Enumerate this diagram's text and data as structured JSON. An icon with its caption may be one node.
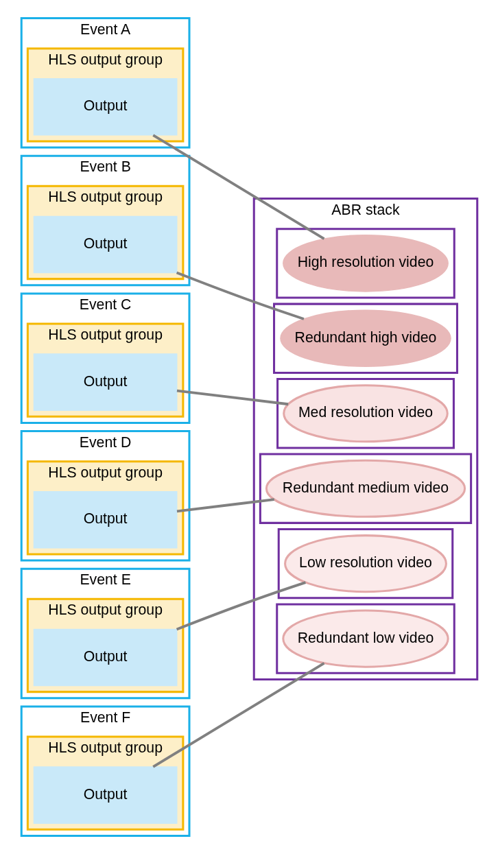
{
  "diagram": {
    "nodes": [
      {
        "text": [
          "Event A"
        ]
      },
      {
        "text": [
          "HLS output group"
        ],
        "in": 0
      },
      {
        "text": [
          "Output"
        ],
        "in": 1
      },
      {
        "text": [
          "Event B"
        ]
      },
      {
        "text": [
          "HLS output group"
        ],
        "in": 3
      },
      {
        "text": [
          "Output"
        ],
        "in": 4
      },
      {
        "text": [
          "Event C"
        ]
      },
      {
        "text": [
          "HLS output group"
        ],
        "in": 6
      },
      {
        "text": [
          "Output"
        ],
        "in": 7
      },
      {
        "text": [
          "Event D"
        ]
      },
      {
        "text": [
          "HLS output group"
        ],
        "in": 9
      },
      {
        "text": [
          "Output"
        ],
        "in": 10
      },
      {
        "text": [
          "Event E"
        ]
      },
      {
        "text": [
          "HLS output group"
        ],
        "in": 12
      },
      {
        "text": [
          "Output"
        ],
        "in": 13
      },
      {
        "text": [
          "Event F"
        ]
      },
      {
        "text": [
          "HLS output group"
        ],
        "in": 15
      },
      {
        "text": [
          "Output"
        ],
        "in": 16
      },
      {
        "text": [
          "ABR stack"
        ]
      },
      {
        "text": [],
        "shape": "box",
        "in": 18
      },
      {
        "text": [
          "High resolution video"
        ],
        "in": 19
      },
      {
        "text": [],
        "shape": "box",
        "in": 18
      },
      {
        "text": [
          "Redundant high video"
        ],
        "in": 21
      },
      {
        "text": [],
        "shape": "box",
        "in": 18
      },
      {
        "text": [
          "Med resolution video"
        ],
        "in": 23
      },
      {
        "text": [],
        "shape": "box",
        "in": 18
      },
      {
        "text": [
          "Redundant medium video"
        ],
        "in": 25
      },
      {
        "text": [],
        "shape": "box",
        "in": 18
      },
      {
        "text": [
          "Low resolution video"
        ],
        "in": 27
      },
      {
        "text": [],
        "shape": "box",
        "in": 18
      },
      {
        "text": [
          "Redundant low video"
        ],
        "in": 29
      }
    ],
    "edges": [
      {
        "from": 2,
        "to": 20,
        "arrow": "none"
      },
      {
        "from": 5,
        "to": 22,
        "arrow": "none"
      },
      {
        "from": 8,
        "to": 24,
        "arrow": "none"
      },
      {
        "from": 11,
        "to": 26,
        "arrow": "none"
      },
      {
        "from": 14,
        "to": 28,
        "arrow": "none"
      },
      {
        "from": 17,
        "to": 30,
        "arrow": "none"
      }
    ]
  }
}
